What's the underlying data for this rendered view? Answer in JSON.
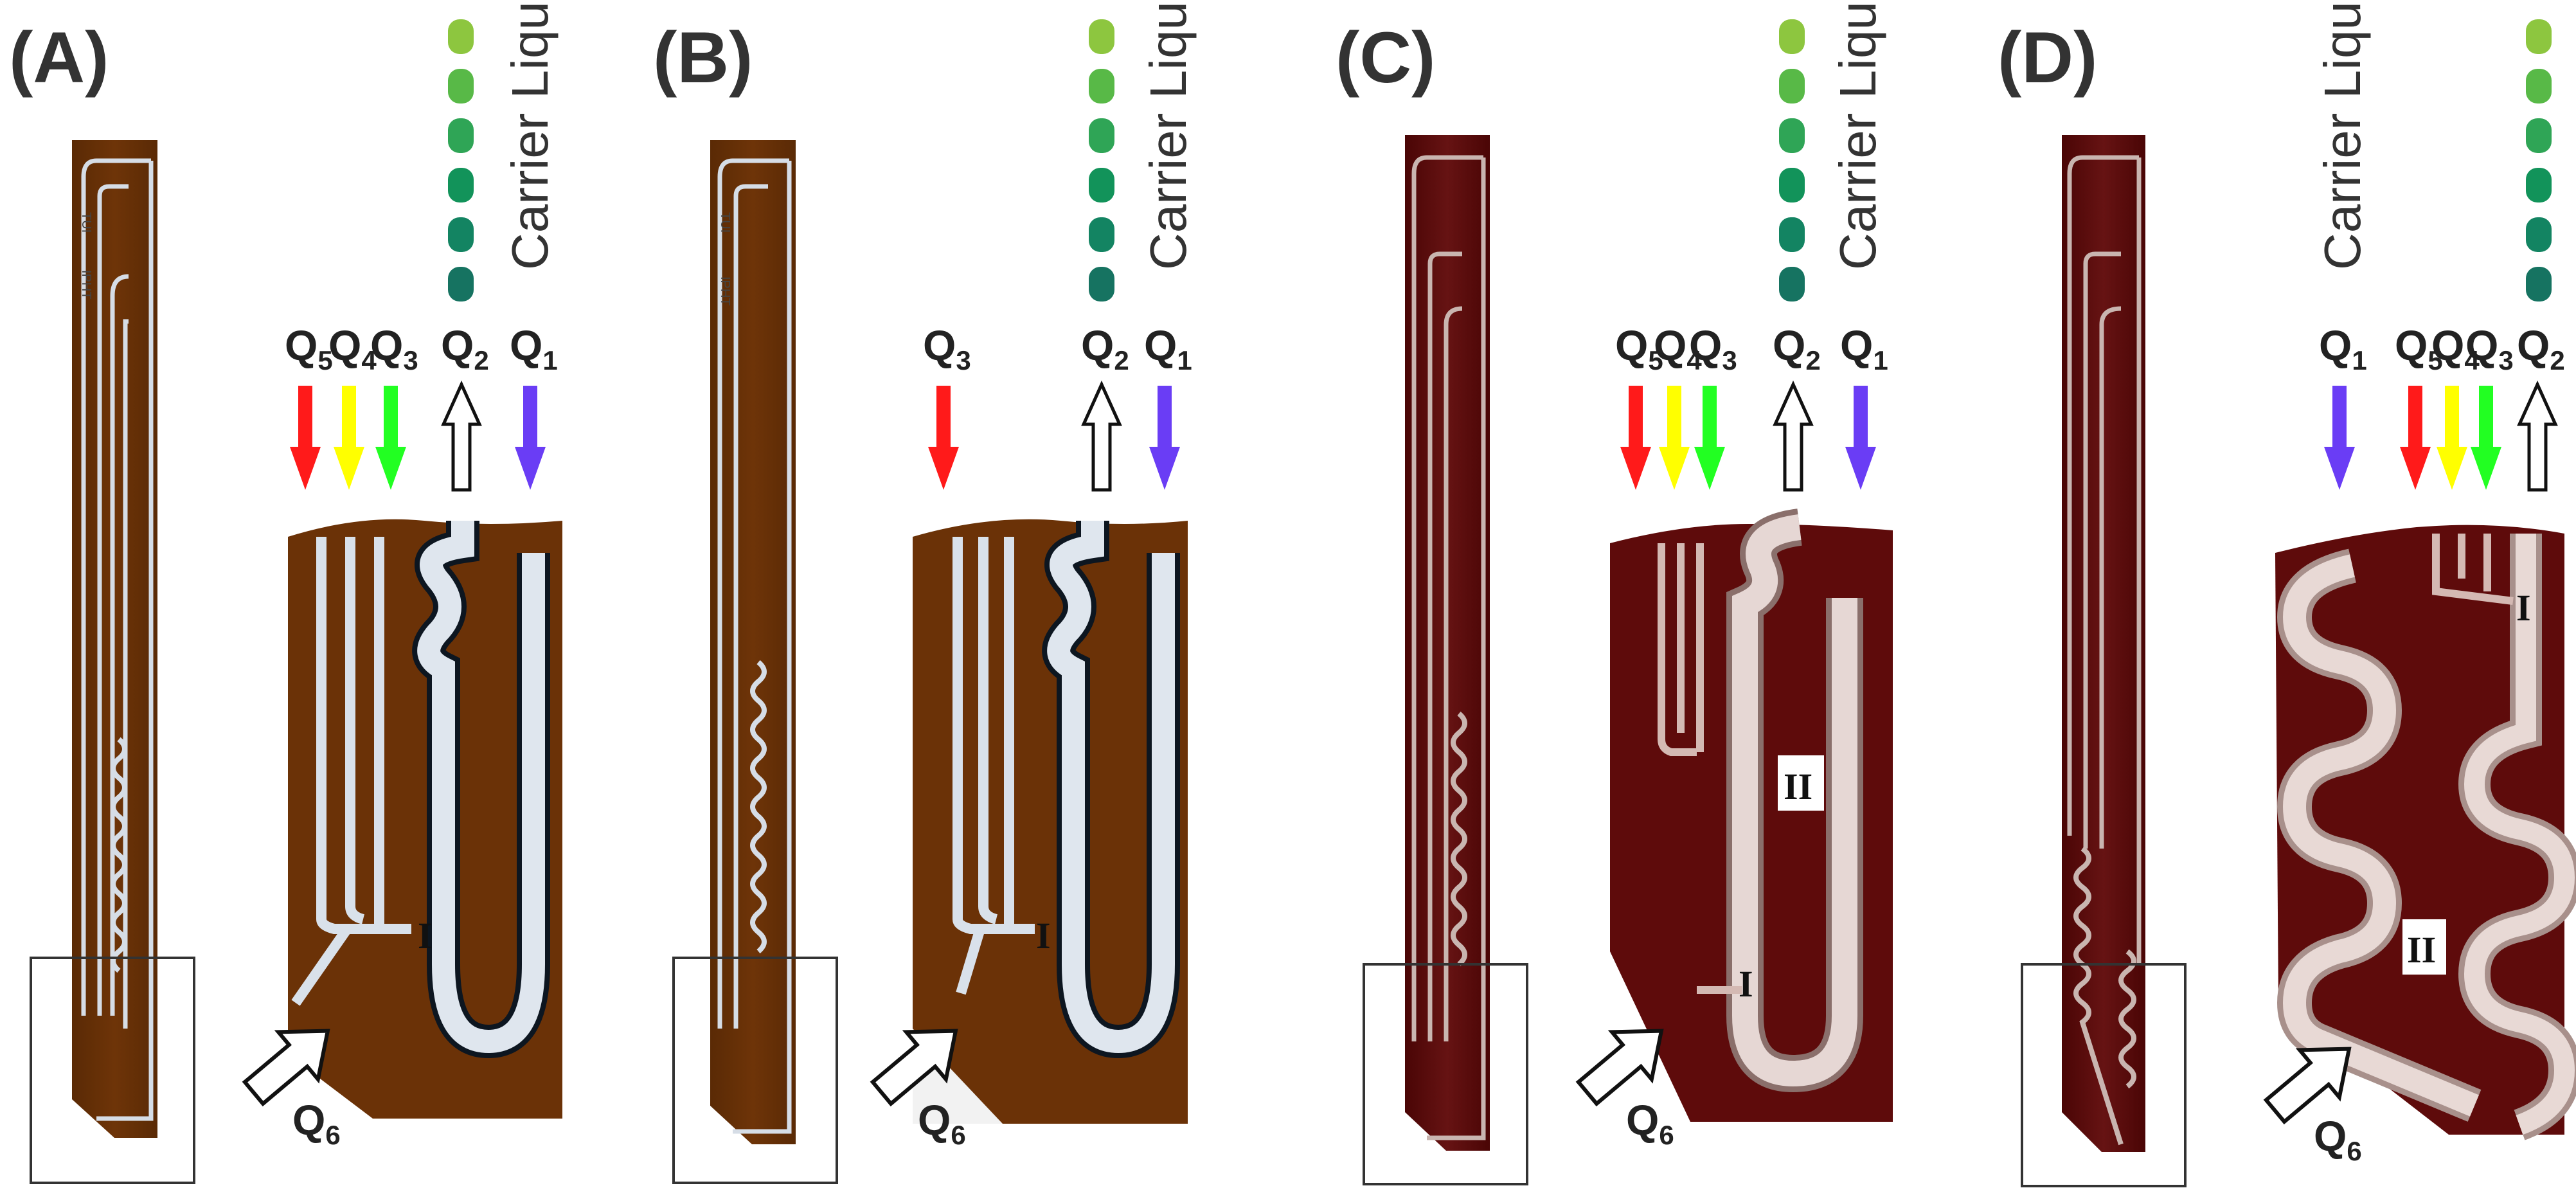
{
  "panels": [
    {
      "id": "A",
      "label": "(A)",
      "carrier_label": "Carrier Liquid",
      "arrows": [
        {
          "q": "5",
          "color": "#ff1a1a",
          "dir": "down"
        },
        {
          "q": "4",
          "color": "#ffff00",
          "dir": "down"
        },
        {
          "q": "3",
          "color": "#22ff22",
          "dir": "down"
        },
        {
          "q": "2",
          "color": "none",
          "dir": "up"
        },
        {
          "q": "1",
          "color": "#6a3df5",
          "dir": "down"
        }
      ],
      "q6": "6",
      "markers": [
        "I"
      ]
    },
    {
      "id": "B",
      "label": "(B)",
      "carrier_label": "Carrier Liquid",
      "arrows": [
        {
          "q": "3",
          "color": "#ff1a1a",
          "dir": "down"
        },
        {
          "q": "2",
          "color": "none",
          "dir": "up"
        },
        {
          "q": "1",
          "color": "#6a3df5",
          "dir": "down"
        }
      ],
      "q6": "6",
      "markers": [
        "I"
      ]
    },
    {
      "id": "C",
      "label": "(C)",
      "carrier_label": "Carrier Liquid",
      "arrows": [
        {
          "q": "5",
          "color": "#ff1a1a",
          "dir": "down"
        },
        {
          "q": "4",
          "color": "#ffff00",
          "dir": "down"
        },
        {
          "q": "3",
          "color": "#22ff22",
          "dir": "down"
        },
        {
          "q": "2",
          "color": "none",
          "dir": "up"
        },
        {
          "q": "1",
          "color": "#6a3df5",
          "dir": "down"
        }
      ],
      "q6": "6",
      "markers": [
        "II",
        "I"
      ]
    },
    {
      "id": "D",
      "label": "(D)",
      "carrier_label": "Carrier Liquid",
      "arrows": [
        {
          "q": "1",
          "color": "#6a3df5",
          "dir": "down"
        },
        {
          "q": "5",
          "color": "#ff1a1a",
          "dir": "down"
        },
        {
          "q": "4",
          "color": "#ffff00",
          "dir": "down"
        },
        {
          "q": "3",
          "color": "#22ff22",
          "dir": "down"
        },
        {
          "q": "2",
          "color": "none",
          "dir": "up"
        }
      ],
      "q6": "6",
      "markers": [
        "I",
        "II"
      ]
    }
  ],
  "q_prefix": "Q",
  "droplet_colors": [
    "#8dc63f",
    "#58b947",
    "#2fa556",
    "#12935a",
    "#138462",
    "#167361"
  ],
  "chip_colors": {
    "brown": "#6b3207",
    "red": "#5e0b0b",
    "channel": "#d9e1ea",
    "outline": "#222222"
  }
}
